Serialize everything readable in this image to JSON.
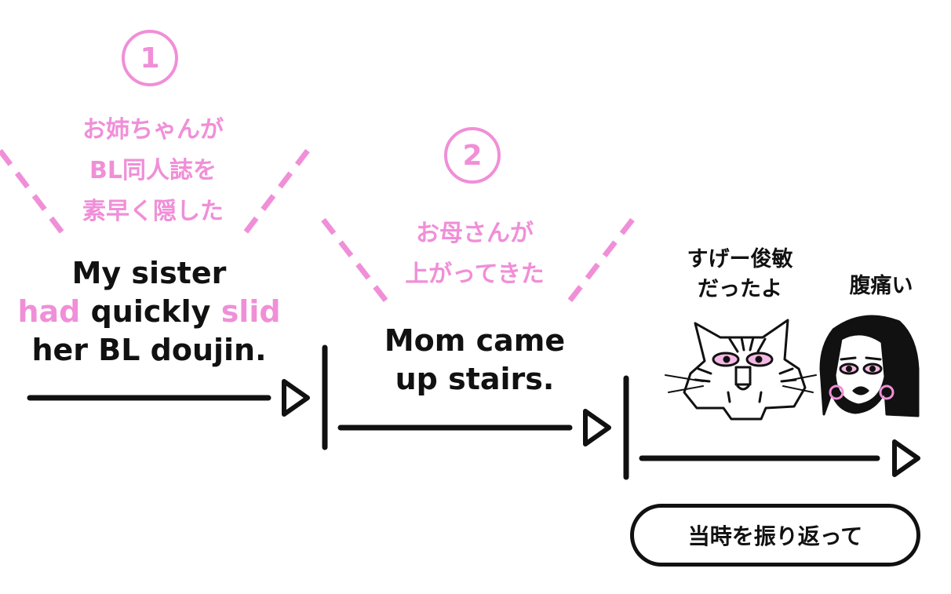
{
  "steps": [
    {
      "number": "1",
      "jp_lines": [
        "お姉ちゃんが",
        "BL同人誌を",
        "素早く隠した"
      ],
      "en_line1": "My sister",
      "en_line2_hl1": "had",
      "en_line2_mid": " quickly ",
      "en_line2_hl2": "slid",
      "en_line3": "her BL doujin."
    },
    {
      "number": "2",
      "jp_lines": [
        "お母さんが",
        "上がってきた"
      ],
      "en_lines": [
        "Mom came",
        "up stairs."
      ]
    }
  ],
  "characters": {
    "cat_caption_lines": [
      "すげー俊敏",
      "だったよ"
    ],
    "woman_caption": "腹痛い"
  },
  "reflect_button_label": "当時を振り返って",
  "colors": {
    "accent_pink": "#f08fd8",
    "ink": "#111111"
  }
}
